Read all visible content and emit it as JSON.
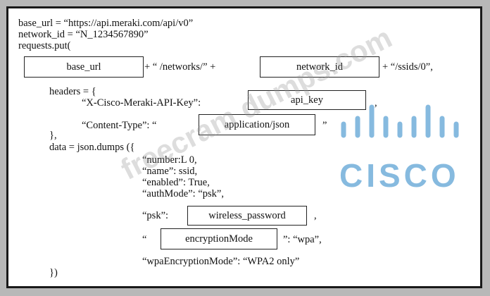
{
  "code": {
    "line1": "base_url = “https://api.meraki.com/api/v0”",
    "line2": "network_id = “N_1234567890”",
    "line3": "requests.put(",
    "plus1": "+",
    "networks_path": "+ “ /networks/” +",
    "ssid_path": "+ “/ssids/0”,",
    "headers_open": "headers = {",
    "api_key_label": "“X-Cisco-Meraki-API-Key”:",
    "comma1": ",",
    "content_type_label": "“Content-Type”: “",
    "quote_close": "”",
    "headers_close": "},",
    "data_line": "data = json.dumps ({",
    "number_line": "“number:L 0,",
    "name_line": "“name”: ssid,",
    "enabled_line": "“enabled”: True,",
    "authmode_line": "“authMode”: “psk”,",
    "psk_label": "“psk”:",
    "comma2": ",",
    "enc_open_quote": "“",
    "enc_after": "”: “wpa”,",
    "wpa_line": "“wpaEncryptionMode”: “WPA2 only”",
    "close_line": "})"
  },
  "boxes": {
    "base_url": "base_url",
    "network_id": "network_id",
    "api_key": "api_key",
    "content_type": "application/json",
    "psk": "wireless_password",
    "encryption_mode": "encryptionMode"
  },
  "logo": {
    "text": "CISCO",
    "color": "#7ab3dc"
  },
  "watermark": {
    "text": "freecram dumps.com"
  }
}
